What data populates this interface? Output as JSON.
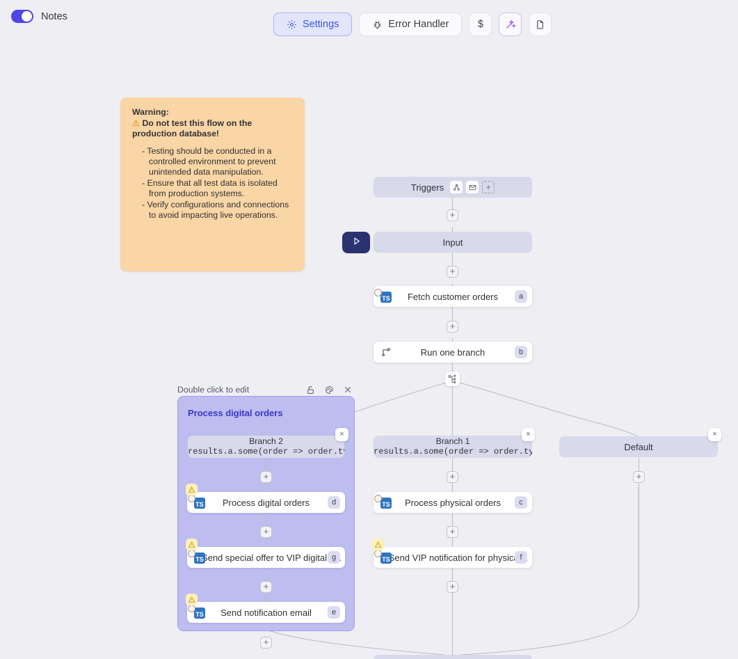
{
  "topbar": {
    "notes_toggle_label": "Notes",
    "notes_toggle_state": "on",
    "buttons": [
      {
        "name": "settings",
        "label": "Settings",
        "icon": "gear-icon",
        "active": true
      },
      {
        "name": "error-handler",
        "label": "Error Handler",
        "icon": "bug-icon",
        "active": false
      },
      {
        "name": "cost",
        "label": "$",
        "icon": "dollar-icon",
        "active": false
      },
      {
        "name": "ai-assist",
        "label": "",
        "icon": "magic-wand-icon",
        "active": false
      },
      {
        "name": "docs",
        "label": "",
        "icon": "file-icon",
        "active": false
      }
    ]
  },
  "note": {
    "title_line1": "Warning:",
    "title_line2": "Do not test this flow on the production database!",
    "warning_glyph": "⚠",
    "bullets": [
      "Testing should be conducted in a controlled environment to prevent unintended data manipulation.",
      "Ensure that all test data is isolated from production systems.",
      "Verify configurations and connections to avoid impacting live operations."
    ],
    "bg_color": "#fad5a5"
  },
  "flow": {
    "triggers": {
      "label": "Triggers",
      "icons": [
        "webhook-icon",
        "envelope-icon",
        "add-trigger-icon"
      ]
    },
    "input": {
      "label": "Input"
    },
    "run_button_icon": "play-icon",
    "nodes": {
      "fetch": {
        "label": "Fetch customer orders",
        "letter": "a",
        "icon": "typescript-icon",
        "warning": false
      },
      "run_one_branch": {
        "label": "Run one branch",
        "letter": "b",
        "icon": "branch-icon",
        "warning": false
      },
      "process_physical": {
        "label": "Process physical orders",
        "letter": "c",
        "icon": "typescript-icon",
        "warning": false
      },
      "process_digital": {
        "label": "Process digital orders",
        "letter": "d",
        "icon": "typescript-icon",
        "warning": true
      },
      "send_notification": {
        "label": "Send notification email",
        "letter": "e",
        "icon": "typescript-icon",
        "warning": true
      },
      "send_vip_physical": {
        "label": "Send VIP notification for physical...",
        "letter": "f",
        "icon": "typescript-icon",
        "warning": true
      },
      "send_special_offer": {
        "label": "Send special offer to VIP digital c...",
        "letter": "g",
        "icon": "typescript-icon",
        "warning": true
      }
    },
    "branches": {
      "branch2": {
        "title": "Branch 2",
        "condition": "results.a.some(order => order.type"
      },
      "branch1": {
        "title": "Branch 1",
        "condition": "results.a.some(order => order.type"
      },
      "default": {
        "title": "Default"
      }
    },
    "group": {
      "hint": "Double click to edit",
      "title": "Process digital orders",
      "header_icons": [
        "unlock-icon",
        "palette-icon",
        "close-icon"
      ],
      "bg_color": "#bdbdf0"
    },
    "add_label": "+",
    "close_label": "×"
  },
  "colors": {
    "canvas_bg": "#eeeef3",
    "accent": "#4f46e5",
    "pill": "#d8d9ea",
    "edge": "#bcbcc6"
  }
}
